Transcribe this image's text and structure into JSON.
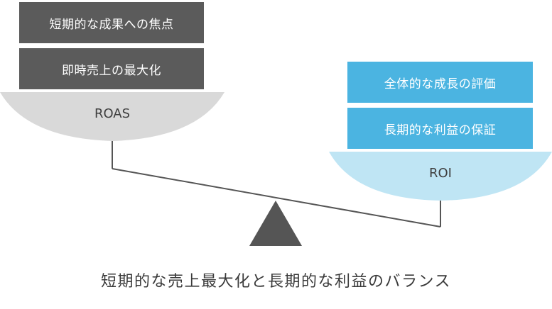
{
  "left_side": {
    "boxes": [
      "短期的な成果への焦点",
      "即時売上の最大化"
    ],
    "pan_label": "ROAS",
    "box_color": "#5b5b5b",
    "pan_color": "#d9d9d9"
  },
  "right_side": {
    "boxes": [
      "全体的な成長の評価",
      "長期的な利益の保証"
    ],
    "pan_label": "ROI",
    "box_color": "#4bb4e1",
    "pan_color": "#bfe5f4"
  },
  "fulcrum_color": "#555555",
  "caption": "短期的な売上最大化と長期的な利益のバランス"
}
